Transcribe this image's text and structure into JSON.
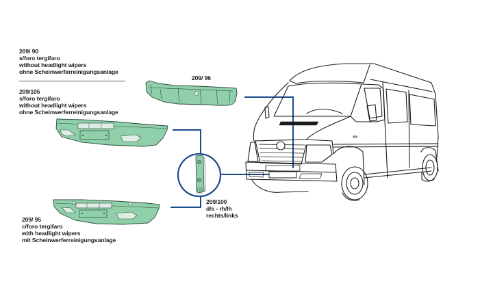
{
  "diagram": {
    "title": "",
    "colors": {
      "part_fill": "#8fcfaa",
      "part_stroke": "#2d4a3a",
      "connector": "#1b4a8c",
      "outline": "#1a1a1a"
    },
    "parts": [
      {
        "id": "209-90",
        "code": "209/ 90",
        "lines": [
          "s/foro tergifaro",
          "without headlight wipers",
          "ohne Scheinwerferreinigungsanlage"
        ]
      },
      {
        "id": "209-105",
        "code": "209/105",
        "lines": [
          "s/foro tergifaro",
          "without headlight wipers",
          "ohne Scheinwerferreinigungsanlage"
        ]
      },
      {
        "id": "209-96",
        "code": "209/ 96",
        "lines": []
      },
      {
        "id": "209-100",
        "code": "209/100",
        "lines": [
          "d/s - rh/lh",
          "rechts/links"
        ]
      },
      {
        "id": "209-95",
        "code": "209/ 95",
        "lines": [
          "c/foro tergifaro",
          "with headlight wipers",
          "mit Scheinwerferreinigungsanlage"
        ]
      }
    ],
    "vehicle": "van-front-three-quarter-view"
  }
}
